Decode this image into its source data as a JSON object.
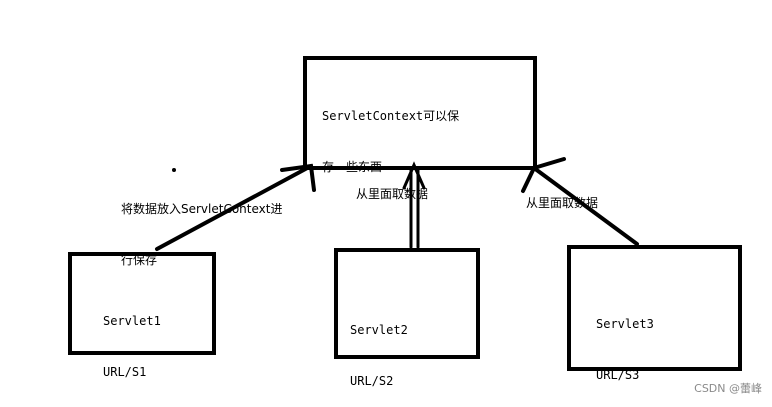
{
  "context_box": {
    "line1": "ServletContext可以保",
    "line2": "存一些东西"
  },
  "servlets": [
    {
      "name": "Servlet1",
      "url": "URL/S1"
    },
    {
      "name": "Servlet2",
      "url": "URL/S2"
    },
    {
      "name": "Servlet3",
      "url": "URL/S3"
    }
  ],
  "annotations": {
    "store": {
      "line1": "将数据放入ServletContext进",
      "line2": "行保存"
    },
    "read_middle": "从里面取数据",
    "read_right": "从里面取数据"
  },
  "watermark": "CSDN @蕾峰",
  "colors": {
    "stroke": "#000000",
    "background": "#ffffff",
    "watermark": "#8a8a8a"
  }
}
